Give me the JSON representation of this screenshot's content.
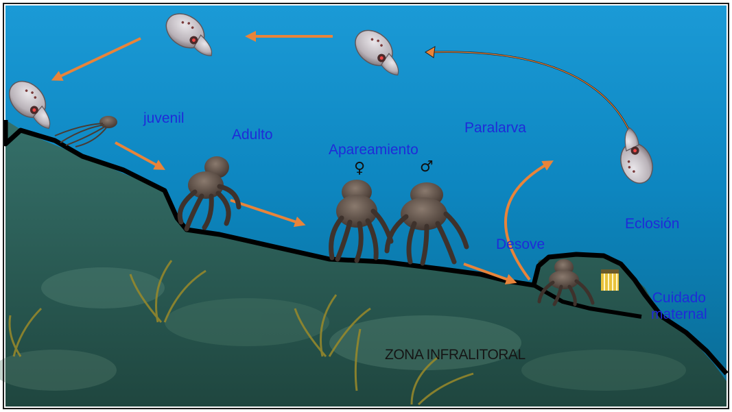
{
  "labels": {
    "juvenil": "juvenil",
    "adulto": "Adulto",
    "apareamiento": "Apareamiento",
    "paralarva": "Paralarva",
    "eclosion": "Eclosión",
    "desove": "Desove",
    "cuidado_line1": "Cuidado",
    "cuidado_line2": "maternal",
    "zona": "ZONA INFRALITORAL"
  },
  "symbols": {
    "female": "♀",
    "male": "♂"
  },
  "colors": {
    "water_top": "#0f8fcf",
    "water_bottom": "#0b5f86",
    "seabed": "#2f5e57",
    "slope_line": "#000000",
    "arrow": "#e8843a",
    "label_blue": "#1f2bd8",
    "octopus": "#5a4a42",
    "paralarva_body": "#c9c4c8"
  },
  "icons": [
    "paralarva-icon",
    "octopus-icon",
    "arrow-icon",
    "eggs-icon"
  ]
}
